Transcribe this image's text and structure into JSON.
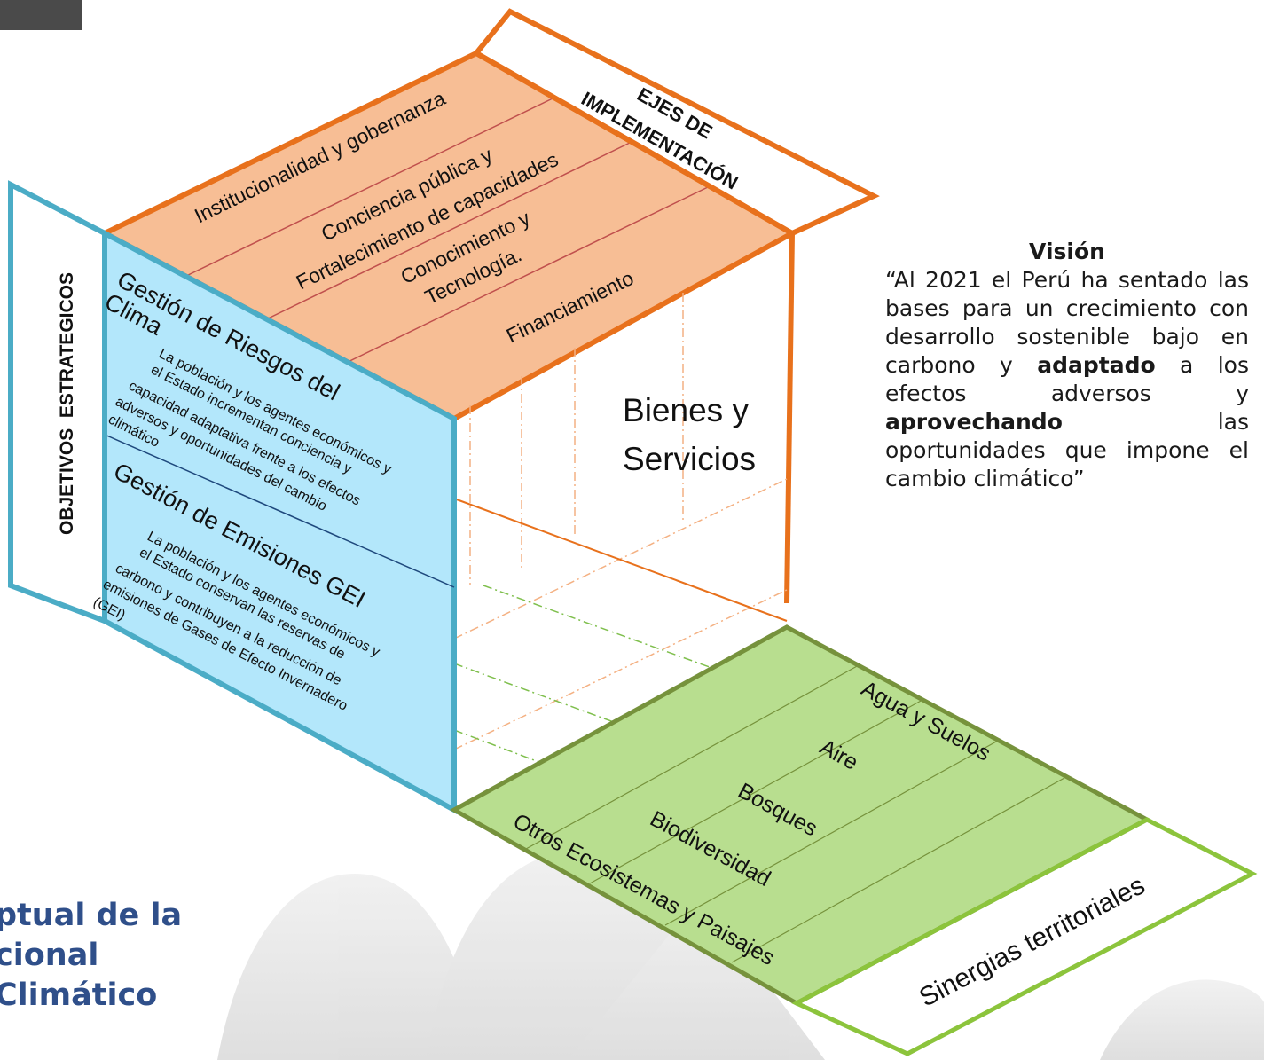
{
  "cube": {
    "top_axis_title_line1": "EJES DE",
    "top_axis_title_line2": "IMPLEMENTACIÓN",
    "top_face_items": [
      "Institucionalidad y gobernanza",
      "Conciencia pública y",
      "Fortalecimiento de capacidades",
      "Conocimiento y",
      "Tecnología.",
      "Financiamiento"
    ],
    "left_axis_title": "OBJETIVOS  ESTRATEGICOS",
    "front_face": {
      "objective1_title_line1": "Gestión de Riesgos del",
      "objective1_title_line2": "Clima",
      "objective1_desc": [
        "La población y los agentes económicos y",
        "el Estado incrementan conciencia y",
        "capacidad adaptativa frente a los efectos",
        "adversos y oportunidades del cambio",
        "climático"
      ],
      "objective2_title": "Gestión de Emisiones GEI",
      "objective2_desc": [
        "La población y los agentes económicos y",
        "el Estado conservan las reservas de",
        "carbono y  contribuyen a la reducción de",
        "emisiones de Gases de Efecto Invernadero",
        "(GEI)"
      ]
    },
    "side_face_line1": "Bienes y",
    "side_face_line2": "Servicios",
    "bottom_face_items": [
      "Agua y Suelos",
      "Aire",
      "Bosques",
      "Biodiversidad",
      "Otros Ecosistemas y Paisajes"
    ],
    "bottom_axis_title": "Sinergias territoriales"
  },
  "vision": {
    "title": "Visión",
    "text_part1": "“Al 2021 el Perú ha sentado las bases para un crecimiento con desarrollo sostenible bajo en carbono y ",
    "bold1": "adaptado",
    "text_part2": " a los efectos adversos y ",
    "bold2": "aprovechando",
    "text_part3": " las oportunidades que impone el cambio climático”"
  },
  "page_title": {
    "line1": "ptual de la",
    "line2": "cional",
    "line3": "Climático"
  },
  "colors": {
    "orange": "#e8711c",
    "peach": "#f7be95",
    "blue": "#4bacc6",
    "light_blue": "#b3e7fb",
    "green_dark": "#76923c",
    "green_fill": "#b8de8f",
    "green_outline": "#8cc43c",
    "title_blue": "#2f4f8a",
    "axis_green": "#76b041"
  }
}
